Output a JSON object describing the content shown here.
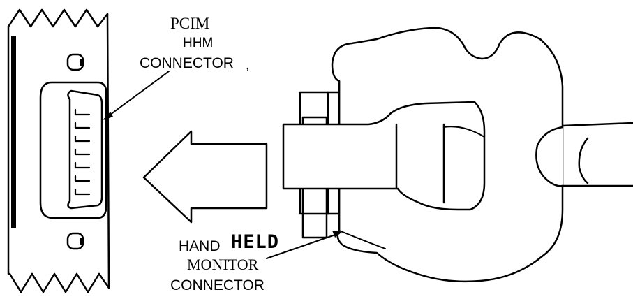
{
  "labels": {
    "pcim_line1": "PCIM",
    "pcim_line2": "HHM",
    "pcim_line3": "CONNECTOR",
    "pcim_mark": ",",
    "hhm_hand": "HAND",
    "hhm_held": "HELD",
    "hhm_monitor": "MONITOR",
    "hhm_connector": "CONNECTOR"
  },
  "colors": {
    "ink": "#000000",
    "paper": "#ffffff"
  }
}
